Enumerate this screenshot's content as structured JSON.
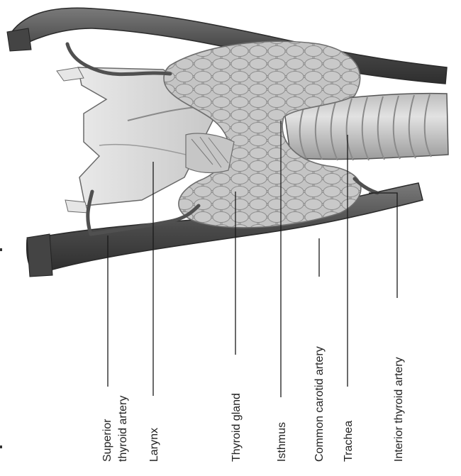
{
  "figure": {
    "labels": {
      "superior_thyroid_artery_line1": "Superior",
      "superior_thyroid_artery_line2": "thyroid artery",
      "larynx": "Larynx",
      "thyroid_gland": "Thyroid gland",
      "isthmus": "Isthmus",
      "common_carotid_artery": "Common carotid artery",
      "trachea": "Trachea",
      "inferior_thyroid_artery": "Interior thyroid artery"
    },
    "colors": {
      "artery": "#5a5a5a",
      "artery_dark": "#3c3c3c",
      "gland": "#b9b9b9",
      "larynx": "#dcdcdc",
      "trachea": "#c9c9c9",
      "leader_line": "#1a1a1a"
    }
  }
}
